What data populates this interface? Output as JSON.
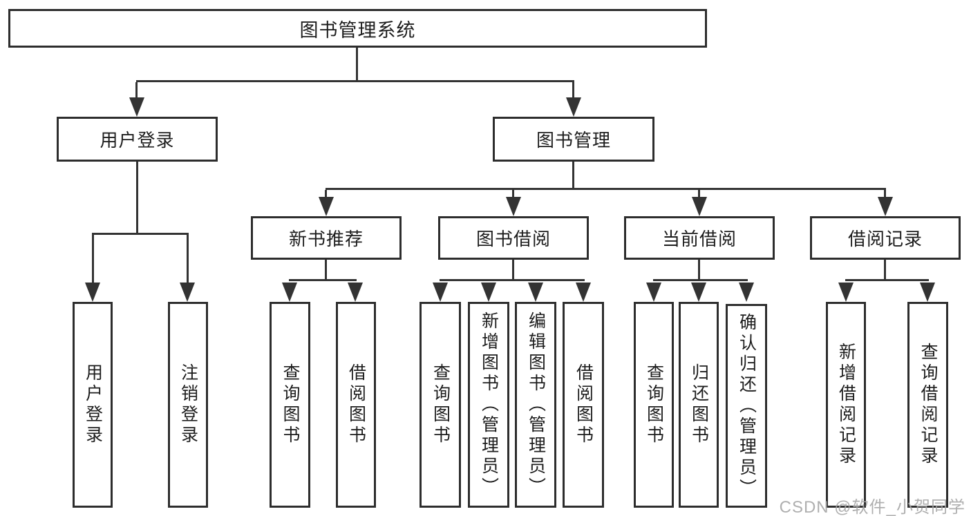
{
  "tree": {
    "root": {
      "label": "图书管理系统"
    },
    "branches": [
      {
        "label": "用户登录",
        "children": [
          {
            "label": "用户登录"
          },
          {
            "label": "注销登录"
          }
        ]
      },
      {
        "label": "图书管理",
        "children": [
          {
            "label": "新书推荐",
            "children": [
              {
                "label": "查询图书"
              },
              {
                "label": "借阅图书"
              }
            ]
          },
          {
            "label": "图书借阅",
            "children": [
              {
                "label": "查询图书"
              },
              {
                "label": "新增图书（管理员）"
              },
              {
                "label": "编辑图书（管理员）"
              },
              {
                "label": "借阅图书"
              }
            ]
          },
          {
            "label": "当前借阅",
            "children": [
              {
                "label": "查询图书"
              },
              {
                "label": "归还图书"
              },
              {
                "label": "确认归还（管理员）"
              }
            ]
          },
          {
            "label": "借阅记录",
            "children": [
              {
                "label": "新增借阅记录"
              },
              {
                "label": "查询借阅记录"
              }
            ]
          }
        ]
      }
    ]
  },
  "watermark": "CSDN @软件_小贺同学",
  "colors": {
    "line": "#333333",
    "box_border": "#2d2d2d",
    "text": "#1d1d1d",
    "watermark": "#a6a6a6",
    "background": "#ffffff"
  }
}
